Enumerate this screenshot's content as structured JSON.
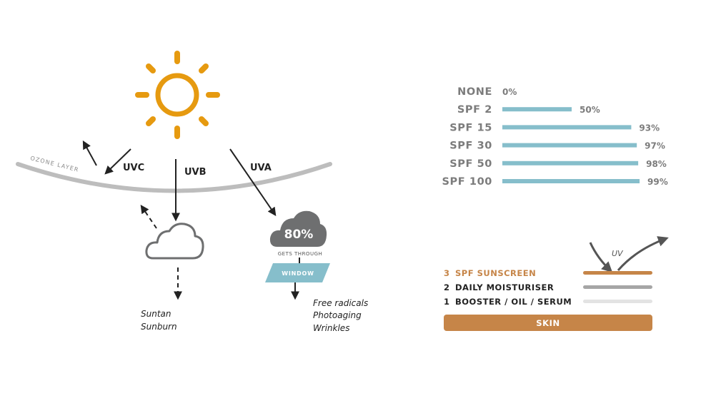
{
  "left_diagram": {
    "ozone_label": "OZONE LAYER",
    "rays": [
      {
        "label": "UVC"
      },
      {
        "label": "UVB"
      },
      {
        "label": "UVA"
      }
    ],
    "cloud_percent": "80%",
    "cloud_caption": "GETS THROUGH",
    "window_label": "WINDOW",
    "uvb_effects": [
      "Suntan",
      "Sunburn"
    ],
    "uva_effects": [
      "Free radicals",
      "Photoaging",
      "Wrinkles"
    ],
    "colors": {
      "sun": "#E69A10",
      "ozone": "#BDBDBD",
      "cloud": "#6E6F70",
      "window": "#86BECB",
      "arrow": "#222222"
    }
  },
  "spf_chart": {
    "chart_data": {
      "type": "bar",
      "categories": [
        "NONE",
        "SPF 2",
        "SPF 15",
        "SPF 30",
        "SPF 50",
        "SPF 100"
      ],
      "values": [
        0,
        50,
        93,
        97,
        98,
        99
      ],
      "value_labels": [
        "0%",
        "50%",
        "93%",
        "97%",
        "98%",
        "99%"
      ],
      "bar_color": "#86BECB",
      "label_color": "#7C7C7C"
    }
  },
  "layers_diagram": {
    "uv_label": "UV",
    "layers": [
      {
        "number": "3",
        "label": "SPF SUNSCREEN",
        "color": "#C68548"
      },
      {
        "number": "2",
        "label": "DAILY MOISTURISER",
        "color": "#A6A6A6"
      },
      {
        "number": "1",
        "label": "BOOSTER / OIL / SERUM",
        "color": "#E3E3E3"
      }
    ],
    "skin_label": "SKIN",
    "skin_color": "#C68548"
  }
}
